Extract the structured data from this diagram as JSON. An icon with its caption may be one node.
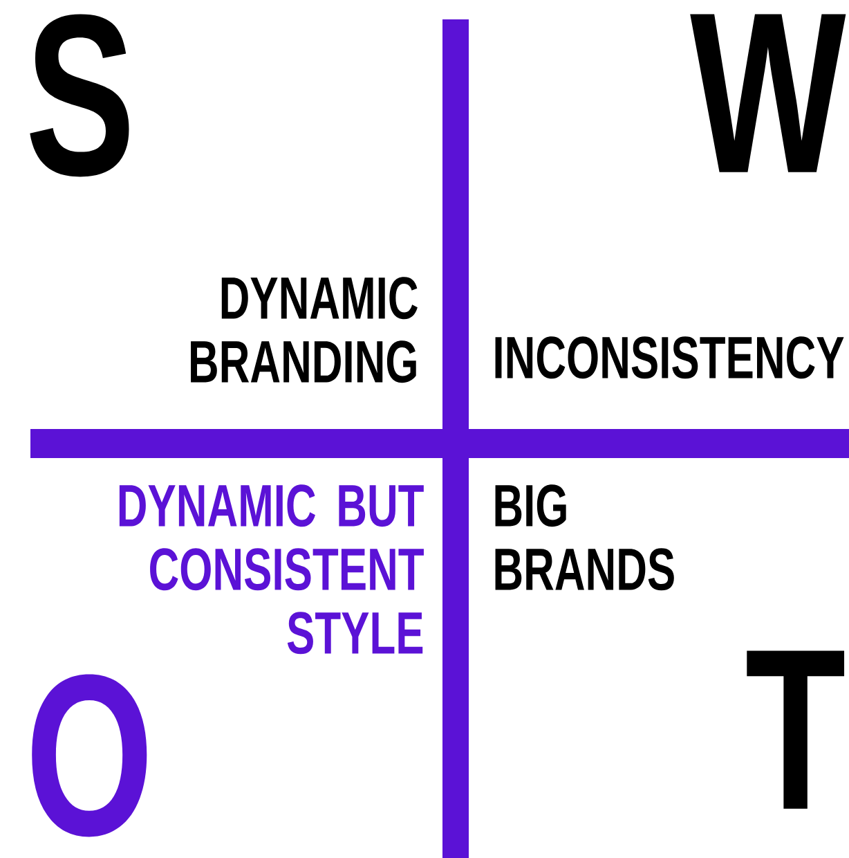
{
  "diagram": {
    "labels": [
      "S",
      "W",
      "DYNAMIC BRANDING",
      "INCONSISTENCY",
      "DYNAMIC BUT CONSISTENT STYLE",
      "BIG BRANDS",
      "O",
      "T"
    ]
  }
}
